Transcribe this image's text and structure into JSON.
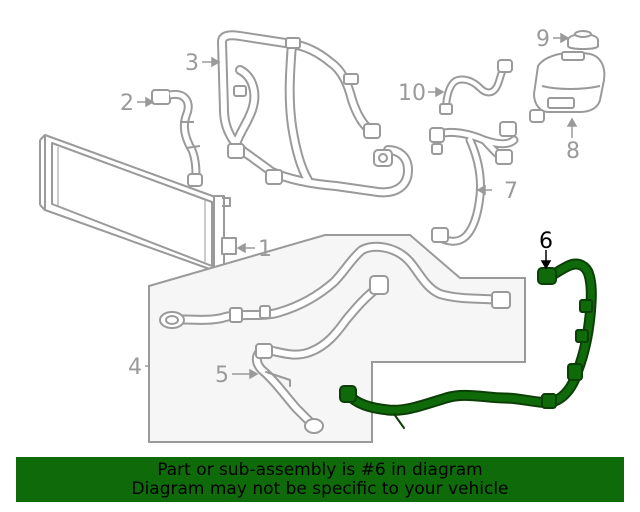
{
  "colors": {
    "outline": "#9a9a9a",
    "highlight_fill": "#0f6b0a",
    "highlight_stroke": "#0b3f06",
    "banner_bg": "#0f6b0a",
    "banner_text": "#000000",
    "panel_fill": "#f6f6f6"
  },
  "callouts": [
    {
      "id": "1",
      "label": "1"
    },
    {
      "id": "2",
      "label": "2"
    },
    {
      "id": "3",
      "label": "3"
    },
    {
      "id": "4",
      "label": "4"
    },
    {
      "id": "5",
      "label": "5"
    },
    {
      "id": "6",
      "label": "6"
    },
    {
      "id": "7",
      "label": "7"
    },
    {
      "id": "8",
      "label": "8"
    },
    {
      "id": "9",
      "label": "9"
    },
    {
      "id": "10",
      "label": "10"
    }
  ],
  "banner": {
    "line1": "Part or sub-assembly is #6 in diagram",
    "line2": "Diagram may not be specific to your vehicle"
  },
  "highlighted_part": "6"
}
